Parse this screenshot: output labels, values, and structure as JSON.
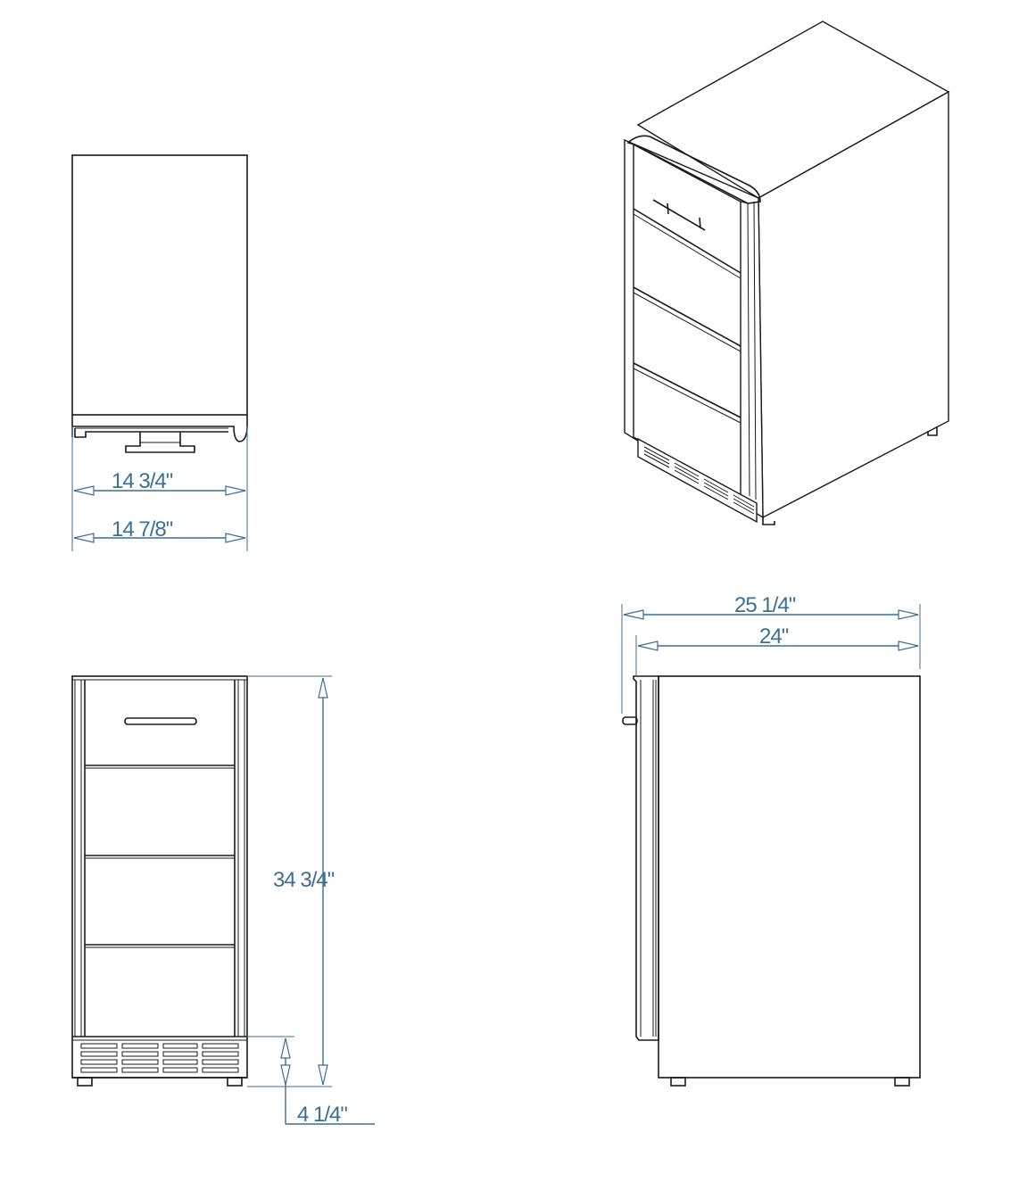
{
  "dimensions": {
    "top_view_inner_width": "14 3/4\"",
    "top_view_outer_width": "14 7/8\"",
    "front_height": "34 3/4\"",
    "front_base_height": "4 1/4\"",
    "side_overall_depth": "25 1/4\"",
    "side_cabinet_depth": "24\""
  },
  "colors": {
    "dimension": "#3b6f96",
    "outline": "#1a1a1a",
    "background": "#ffffff"
  }
}
